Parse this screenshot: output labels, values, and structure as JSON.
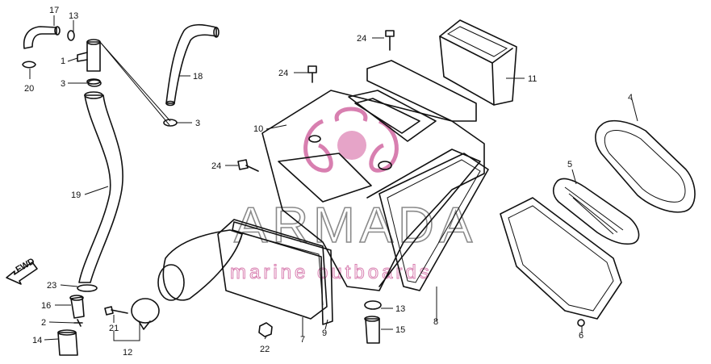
{
  "watermark": {
    "title": "ARMADA",
    "subtitle": "marine outboards",
    "accent_color": "#d87fb0",
    "text_color": "#8a8a8a"
  },
  "direction_label": "FWD",
  "callouts": {
    "c17": "17",
    "c13a": "13",
    "c1": "1",
    "c20": "20",
    "c3a": "3",
    "c18": "18",
    "c3b": "3",
    "c24a": "24",
    "c24b": "24",
    "c24c": "24",
    "c11": "11",
    "c10": "10",
    "c4": "4",
    "c5": "5",
    "c19": "19",
    "c23": "23",
    "c16": "16",
    "c2": "2",
    "c14": "14",
    "c21": "21",
    "c12": "12",
    "c22": "22",
    "c7": "7",
    "c9": "9",
    "c13b": "13",
    "c15": "15",
    "c8": "8",
    "c6": "6"
  }
}
